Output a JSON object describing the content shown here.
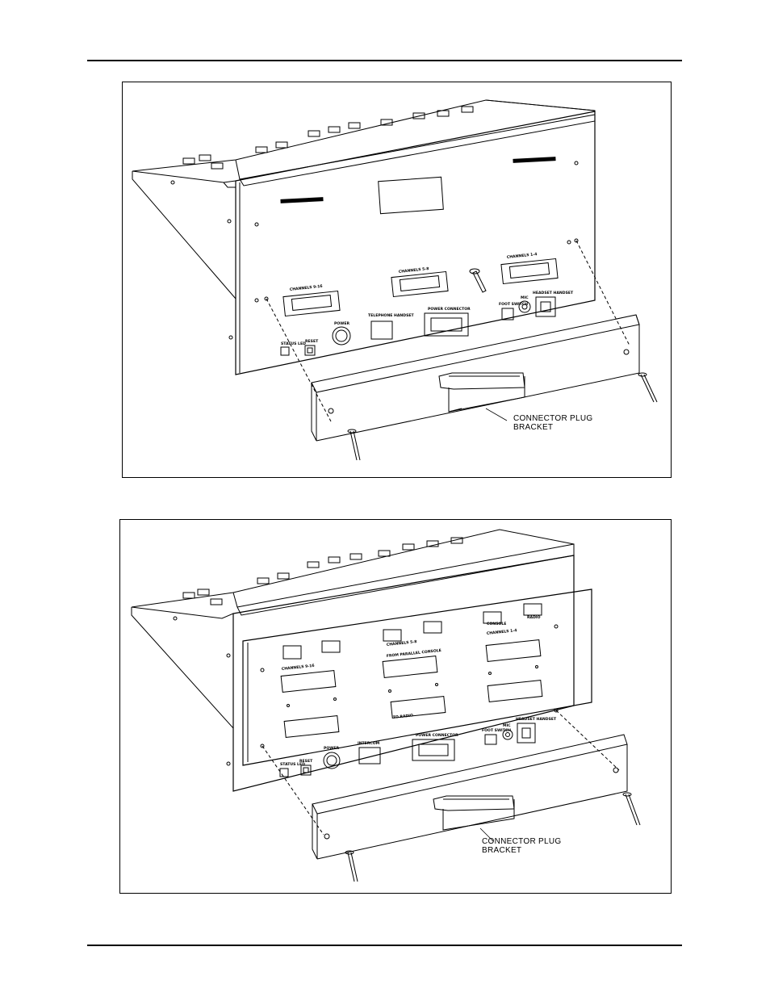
{
  "figures": [
    {
      "callout": {
        "line1": "CONNECTOR PLUG",
        "line2": "BRACKET"
      },
      "panel_labels": {
        "ch_9_16": "CHANNELS 9-16",
        "ch_5_8": "CHANNELS 5-8",
        "ch_1_4": "CHANNELS 1-4",
        "status_led": "STATUS LED",
        "reset": "RESET",
        "power": "POWER",
        "telephone": "TELEPHONE HANDSET",
        "power_conn": "POWER CONNECTOR",
        "foot_switch": "FOOT SWITCH",
        "mic": "MIC",
        "headset": "HEADSET HANDSET"
      }
    },
    {
      "callout": {
        "line1": "CONNECTOR PLUG",
        "line2": "BRACKET"
      },
      "panel_labels": {
        "console": "CONSOLE",
        "radio": "RADIO",
        "from_parallel_1": "FROM PARALLEL CONSOLE",
        "channels_1_4": "CHANNELS 1-4",
        "channels_5_8": "CHANNELS 5-8",
        "channels_9_16": "CHANNELS 9-16",
        "to_radio": "TO RADIO",
        "status_led": "STATUS LED",
        "reset": "RESET",
        "power": "POWER",
        "intercom": "INTERCOM",
        "power_conn": "POWER CONNECTOR",
        "foot_switch": "FOOT SWITCH",
        "mic": "MIC",
        "headset": "HEADSET HANDSET"
      }
    }
  ]
}
